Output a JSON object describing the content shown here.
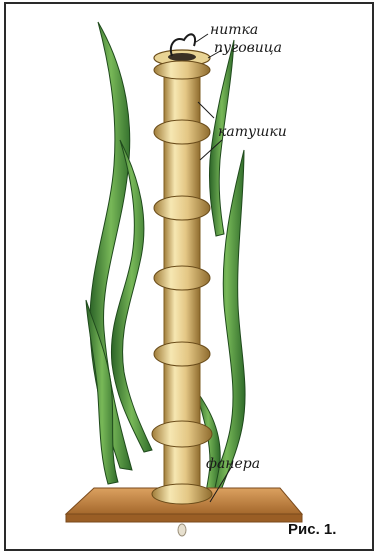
{
  "figure": {
    "labels": {
      "thread": "нитка",
      "button": "пуговица",
      "spools": "катушки",
      "plywood": "фанера"
    },
    "caption": "Рис. 1.",
    "colors": {
      "frame": "#2a2a2a",
      "leaf_dark": "#2f6b2a",
      "leaf_light": "#6fae4f",
      "spool_light": "#f4e3a6",
      "spool_mid": "#d8b870",
      "spool_dark": "#9c7a3a",
      "plywood_light": "#d39a55",
      "plywood_dark": "#a86a2e"
    }
  }
}
